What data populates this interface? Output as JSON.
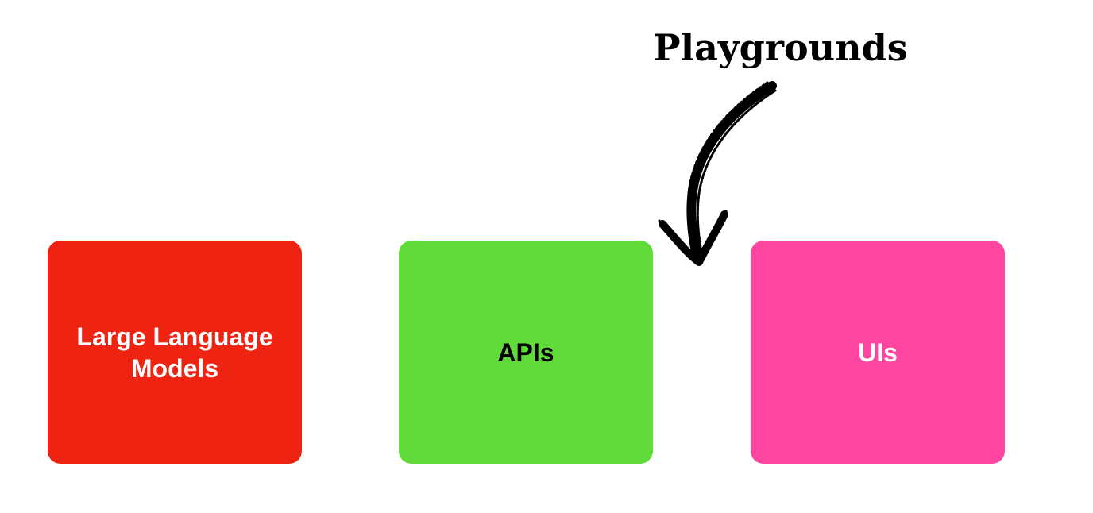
{
  "annotation": {
    "text": "Playgrounds",
    "arrow_icon": "hand-drawn-arrow-icon"
  },
  "boxes": [
    {
      "label": "Large Language\nModels",
      "color": "#EE2311",
      "text_color": "#FFFFFF"
    },
    {
      "label": "APIs",
      "color": "#61DB39",
      "text_color": "#000000"
    },
    {
      "label": "UIs",
      "color": "#FF45A0",
      "text_color": "#FFFFFF"
    }
  ]
}
